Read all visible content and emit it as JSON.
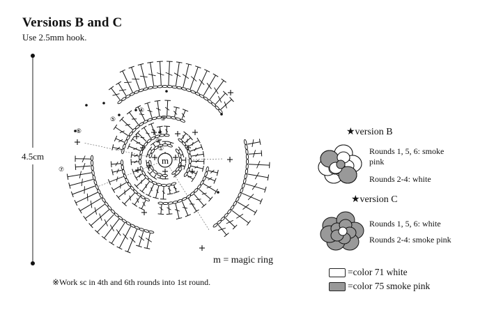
{
  "header": {
    "title": "Versions B and C",
    "subtitle": "Use 2.5mm hook."
  },
  "dimension": {
    "label": "4.5cm"
  },
  "diagram": {
    "center_symbol": "m",
    "round_numbers": [
      "①",
      "②",
      "③",
      "④",
      "⑤",
      "⑥",
      "⑦"
    ],
    "magic_ring_note": "m = magic ring",
    "footnote": "※Work sc in 4th and 6th rounds into 1st round."
  },
  "versions": [
    {
      "title": "★version B",
      "line1": "Rounds 1, 5, 6: smoke pink",
      "line2": "Rounds 2-4: white"
    },
    {
      "title": "★version C",
      "line1": "Rounds 1, 5, 6: white",
      "line2": "Rounds 2-4: smoke pink"
    }
  ],
  "legend": [
    {
      "label": "=color 71 white",
      "color": "#ffffff"
    },
    {
      "label": "=color 75 smoke pink",
      "color": "#999999"
    }
  ]
}
